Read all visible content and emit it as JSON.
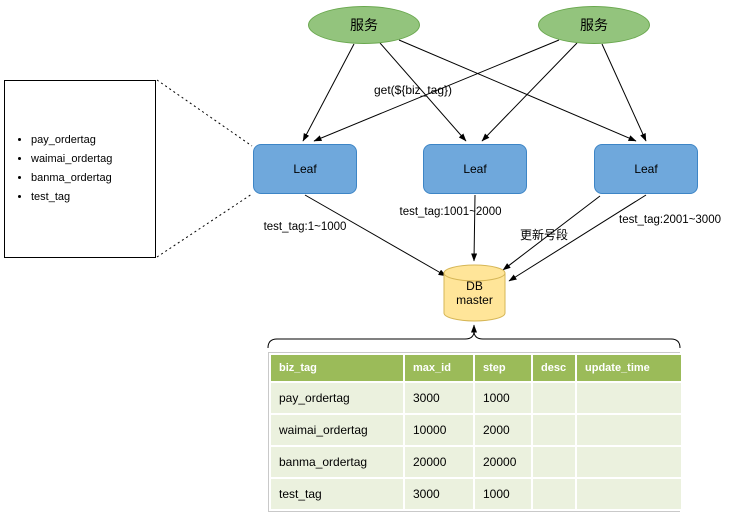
{
  "services": [
    {
      "label": "服务"
    },
    {
      "label": "服务"
    }
  ],
  "note": {
    "items": [
      "pay_ordertag",
      "waimai_ordertag",
      "banma_ordertag",
      "test_tag"
    ]
  },
  "leaves": [
    {
      "label": "Leaf"
    },
    {
      "label": "Leaf"
    },
    {
      "label": "Leaf"
    }
  ],
  "edges": {
    "get_label": "get(${biz_tag})",
    "segments": [
      "test_tag:1~1000",
      "test_tag:1001~2000",
      "test_tag:2001~3000"
    ],
    "update_label": "更新号段"
  },
  "db": {
    "label": "DB master"
  },
  "table": {
    "headers": [
      "biz_tag",
      "max_id",
      "step",
      "desc",
      "update_time"
    ],
    "rows": [
      [
        "pay_ordertag",
        "3000",
        "1000",
        "",
        ""
      ],
      [
        "waimai_ordertag",
        "10000",
        "2000",
        "",
        ""
      ],
      [
        "banma_ordertag",
        "20000",
        "20000",
        "",
        ""
      ],
      [
        "test_tag",
        "3000",
        "1000",
        "",
        ""
      ]
    ]
  },
  "colors": {
    "service_fill": "#93c47d",
    "service_border": "#6aa84f",
    "leaf_fill": "#6fa8dc",
    "leaf_border": "#3d85c6",
    "db_fill": "#ffe599",
    "db_border": "#d6b656",
    "table_header_bg": "#9bbb59",
    "table_row_bg": "#ebf1de",
    "arrow": "#000000"
  }
}
